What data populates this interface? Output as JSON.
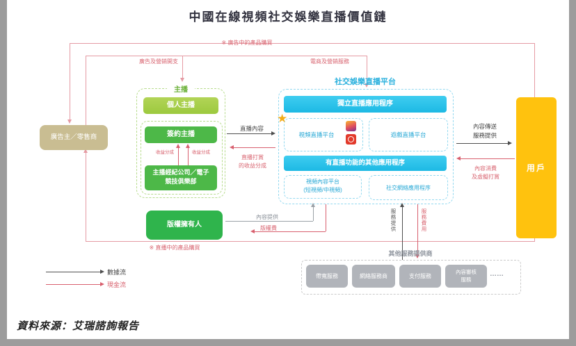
{
  "title": "中國在線視頻社交娛樂直播價值鏈",
  "source": "資料來源：艾瑞諮詢報告",
  "colors": {
    "green": "#4db848",
    "cyan": "#2bc3e8",
    "orange": "#ffc20e",
    "tan": "#c9bd92",
    "red_flow": "#d85f6e",
    "black_flow": "#4d4d4d"
  },
  "hosts": {
    "section_title": "主播",
    "individual": "個人主播",
    "signed": "簽約主播",
    "agency_line1": "主播經紀公司／電子",
    "agency_line2": "競技俱樂部",
    "share_label_left": "收益分成",
    "share_label_right": "收益分成"
  },
  "advertiser": {
    "label": "廣告主／零售商"
  },
  "copyright_owner": {
    "label": "版權擁有人"
  },
  "user": {
    "label": "用戶"
  },
  "platform": {
    "section_title": "社交娛樂直播平台",
    "independent_apps_bar": "獨立直播應用程序",
    "video_platform": "視頻直播平台",
    "game_platform": "遊戲直播平台",
    "other_apps_bar": "有直播功能的其他應用程序",
    "content_platform_line1": "視頻內容平台",
    "content_platform_line2": "(短視頻/中視頻)",
    "social_app": "社交網絡應用程序"
  },
  "services": {
    "section_title": "其他服務提供商",
    "box1": "帶寬服務",
    "box2": "網絡服務商",
    "box3": "支付服務",
    "box4_line1": "內容審核",
    "box4_line2": "服務",
    "more": "……"
  },
  "flows": {
    "top_loop": "※ 廣告中的產品購買",
    "ad_spend": "廣告及營銷開支",
    "ecommerce_service": "電商及營銷服務",
    "live_content": "直播內容",
    "revenue_share_line1": "直播打賞",
    "revenue_share_line2": "的收益分成",
    "content_delivery_line1": "內容傳送",
    "content_delivery_line2": "服務提供",
    "consumption_line1": "內容消費",
    "consumption_line2": "及虛擬打賞",
    "content_provide": "內容提供",
    "copyright_fee": "版權費",
    "service_provide": "服務提供",
    "service_fee": "服務費用",
    "bottom_loop": "※ 直播中的產品購買"
  },
  "legend": {
    "data_flow": "數據流",
    "cash_flow": "現金流"
  }
}
